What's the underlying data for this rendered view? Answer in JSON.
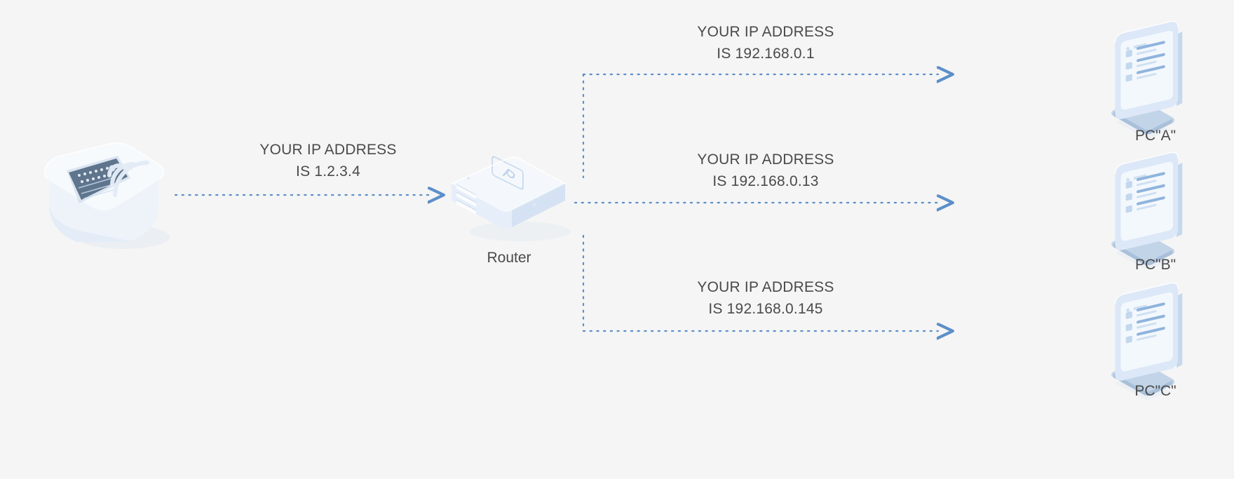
{
  "background_color": "#f5f5f5",
  "accent_color": "#5b8fc9",
  "text_color": "#4a4a4a",
  "device_color": "#dbe6f5",
  "diagram": {
    "title": "",
    "type": "network-topology"
  },
  "devices": [
    {
      "id": "modem",
      "label": "",
      "icon": "modem-icon"
    },
    {
      "id": "router",
      "label": "Router",
      "icon": "router-icon"
    },
    {
      "id": "pc-a",
      "label": "PC\"A\"",
      "icon": "monitor-icon"
    },
    {
      "id": "pc-b",
      "label": "PC\"B\"",
      "icon": "monitor-icon"
    },
    {
      "id": "pc-c",
      "label": "PC\"C\"",
      "icon": "monitor-icon"
    }
  ],
  "connections": [
    {
      "id": "wan",
      "from": "modem",
      "to": "router",
      "line1": "YOUR IP ADDRESS",
      "line2": "IS 1.2.3.4",
      "ip": "1.2.3.4"
    },
    {
      "id": "lan-a",
      "from": "router",
      "to": "pc-a",
      "line1": "YOUR IP ADDRESS",
      "line2": "IS 192.168.0.1",
      "ip": "192.168.0.1"
    },
    {
      "id": "lan-b",
      "from": "router",
      "to": "pc-b",
      "line1": "YOUR IP ADDRESS",
      "line2": "IS 192.168.0.13",
      "ip": "192.168.0.13"
    },
    {
      "id": "lan-c",
      "from": "router",
      "to": "pc-c",
      "line1": "YOUR IP ADDRESS",
      "line2": "IS 192.168.0.145",
      "ip": "192.168.0.145"
    }
  ]
}
